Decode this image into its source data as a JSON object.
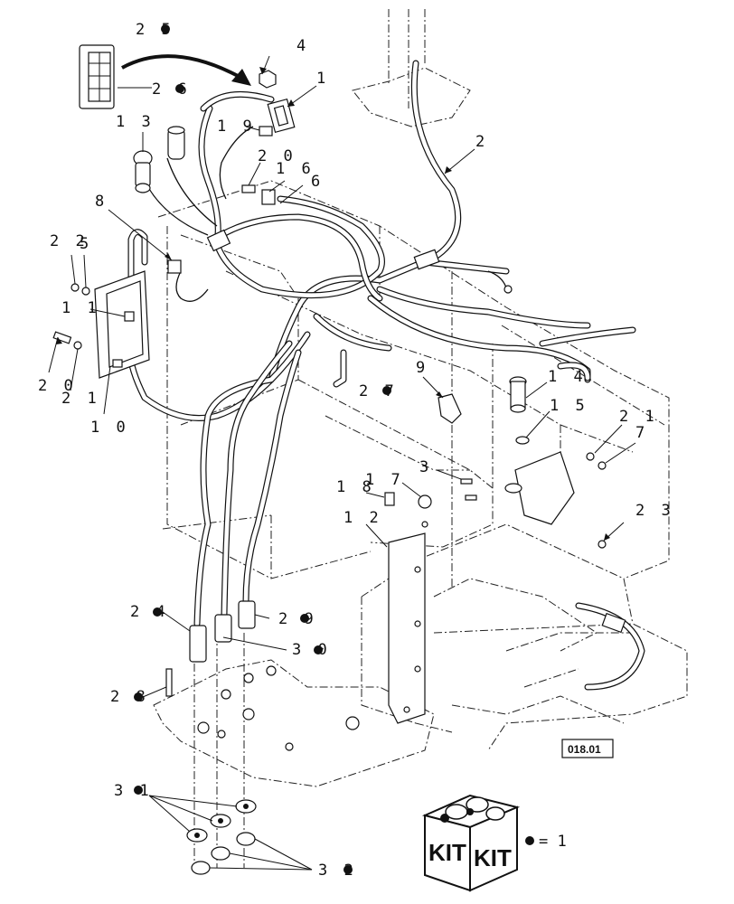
{
  "diagram": {
    "reference_code": "018.01",
    "kit_labels": [
      "KIT",
      "KIT"
    ],
    "legend": {
      "symbol": "bullet",
      "text": "= 1"
    },
    "callouts": [
      {
        "id": "c25",
        "text": "2 5",
        "marked": true
      },
      {
        "id": "c26",
        "text": "2 6",
        "marked": true
      },
      {
        "id": "c4",
        "text": "4",
        "marked": false
      },
      {
        "id": "c1",
        "text": "1",
        "marked": false
      },
      {
        "id": "c13",
        "text": "1 3",
        "marked": false
      },
      {
        "id": "c19",
        "text": "1 9",
        "marked": false
      },
      {
        "id": "c2",
        "text": "2",
        "marked": false
      },
      {
        "id": "c20a",
        "text": "2 0",
        "marked": false
      },
      {
        "id": "c16",
        "text": "1 6",
        "marked": false
      },
      {
        "id": "c6",
        "text": "6",
        "marked": false
      },
      {
        "id": "c8",
        "text": "8",
        "marked": false
      },
      {
        "id": "c22",
        "text": "2 2",
        "marked": false
      },
      {
        "id": "c5",
        "text": "5",
        "marked": false
      },
      {
        "id": "c11",
        "text": "1 1",
        "marked": false
      },
      {
        "id": "c20b",
        "text": "2 0",
        "marked": false
      },
      {
        "id": "c21a",
        "text": "2 1",
        "marked": false
      },
      {
        "id": "c10",
        "text": "1 0",
        "marked": false
      },
      {
        "id": "c27",
        "text": "2 7",
        "marked": true
      },
      {
        "id": "c9",
        "text": "9",
        "marked": false
      },
      {
        "id": "c14",
        "text": "1 4",
        "marked": false
      },
      {
        "id": "c15",
        "text": "1 5",
        "marked": false
      },
      {
        "id": "c21b",
        "text": "2 1",
        "marked": false
      },
      {
        "id": "c7",
        "text": "7",
        "marked": false
      },
      {
        "id": "c3",
        "text": "3",
        "marked": false
      },
      {
        "id": "c17",
        "text": "1 7",
        "marked": false
      },
      {
        "id": "c18",
        "text": "1 8",
        "marked": false
      },
      {
        "id": "c12",
        "text": "1 2",
        "marked": false
      },
      {
        "id": "c23",
        "text": "2 3",
        "marked": false
      },
      {
        "id": "c24",
        "text": "2 4",
        "marked": true
      },
      {
        "id": "c29",
        "text": "2 9",
        "marked": true
      },
      {
        "id": "c30",
        "text": "3 0",
        "marked": true
      },
      {
        "id": "c28",
        "text": "2 8",
        "marked": true
      },
      {
        "id": "c31",
        "text": "3 1",
        "marked": true
      },
      {
        "id": "c32",
        "text": "3 2",
        "marked": true
      }
    ]
  }
}
